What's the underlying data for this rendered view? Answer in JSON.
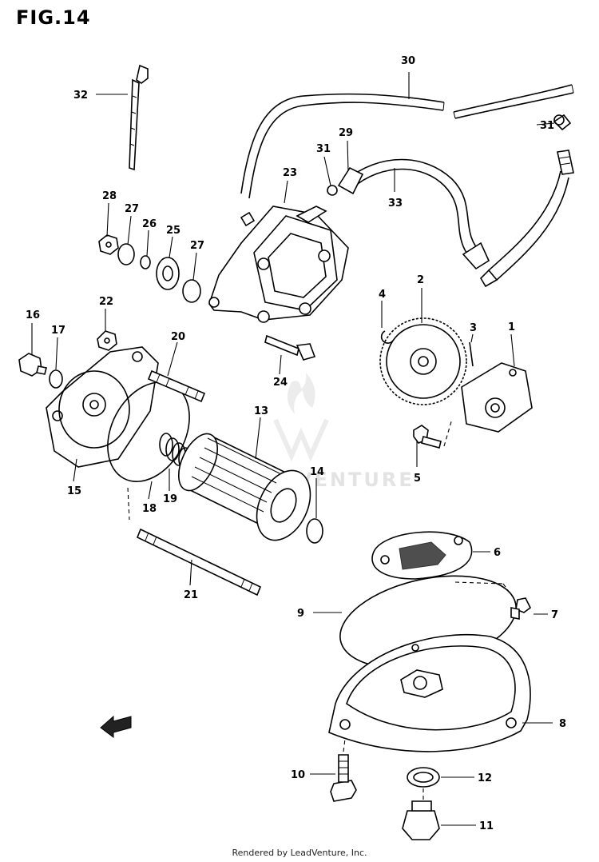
{
  "figure": {
    "title": "FIG.14",
    "footer": "Rendered by LeadVenture, Inc.",
    "watermark": "VENTURE"
  },
  "callouts": {
    "c1": "1",
    "c2": "2",
    "c3": "3",
    "c4": "4",
    "c5": "5",
    "c6": "6",
    "c7": "7",
    "c8": "8",
    "c9": "9",
    "c10": "10",
    "c11": "11",
    "c12": "12",
    "c13": "13",
    "c14": "14",
    "c15": "15",
    "c16": "16",
    "c17": "17",
    "c18": "18",
    "c19": "19",
    "c20": "20",
    "c21": "21",
    "c22": "22",
    "c23": "23",
    "c24": "24",
    "c25": "25",
    "c26": "26",
    "c27a": "27",
    "c27b": "27",
    "c28": "28",
    "c29": "29",
    "c30": "30",
    "c31a": "31",
    "c31b": "31",
    "c32": "32",
    "c33": "33"
  }
}
